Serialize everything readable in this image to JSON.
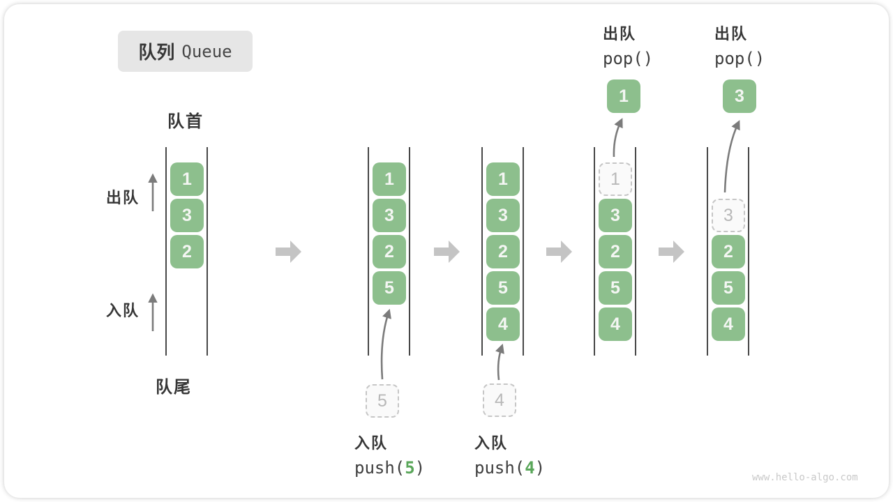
{
  "title": {
    "zh": "队列",
    "en": "Queue"
  },
  "labels": {
    "front": "队首",
    "rear": "队尾",
    "dequeue": "出队",
    "enqueue": "入队"
  },
  "ops": {
    "push5": {
      "zh": "入队",
      "fn": "push(",
      "arg": "5",
      "close": ")"
    },
    "push4": {
      "zh": "入队",
      "fn": "push(",
      "arg": "4",
      "close": ")"
    },
    "pop": {
      "zh": "出队",
      "code": "pop()"
    }
  },
  "states": [
    {
      "cells": [
        "1",
        "3",
        "2"
      ]
    },
    {
      "cells": [
        "1",
        "3",
        "2",
        "5"
      ],
      "incoming": "5"
    },
    {
      "cells": [
        "1",
        "3",
        "2",
        "5",
        "4"
      ],
      "incoming": "4"
    },
    {
      "ghost": "1",
      "cells": [
        "3",
        "2",
        "5",
        "4"
      ],
      "popped": "1"
    },
    {
      "ghost": "3",
      "cells": [
        "2",
        "5",
        "4"
      ],
      "popped": "3"
    }
  ],
  "watermark": "www.hello-algo.com",
  "colors": {
    "cell_fill": "#8dbf8d",
    "cell_text": "#f4f6f3",
    "code_accent_green": "#59a659",
    "ghost_border": "#c6c6c6",
    "ghost_text": "#b8b8b8",
    "channel_line": "#474747",
    "flow_arrow": "#c4c4c4",
    "motion_arrow": "#7b7b7b",
    "title_bg": "#e6e6e6",
    "text_dark": "#3a3a3a",
    "watermark": "#c9c9c9"
  }
}
